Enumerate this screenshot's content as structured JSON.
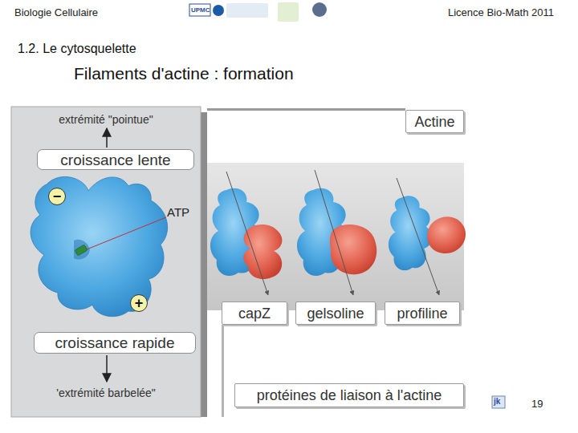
{
  "diagram": {
    "title": "Filaments d'actine : formation",
    "nodes": [
      {
        "text": [
          "extrémité \"pointue\"",
          "'extrémité barbelée\""
        ]
      },
      {
        "text": [
          "croissance lente"
        ],
        "in": 0
      },
      {
        "text": [
          "−"
        ],
        "in": 0
      },
      {
        "text": [
          "+"
        ],
        "in": 0
      },
      {
        "text": [
          "croissance rapide"
        ],
        "in": 0
      },
      {
        "text": [
          "Actine"
        ]
      },
      {
        "text": [
          "capZ"
        ]
      },
      {
        "text": [
          "gelsoline"
        ]
      },
      {
        "text": [
          "profiline"
        ]
      },
      {
        "text": [
          "protéines de liaison à l'actine"
        ]
      }
    ],
    "labels": [
      "Biologie Cellulaire",
      "Licence Bio-Math 2011",
      "UPMC",
      "1.2. Le cytosquelette",
      "ATP",
      "jk",
      "19"
    ]
  }
}
